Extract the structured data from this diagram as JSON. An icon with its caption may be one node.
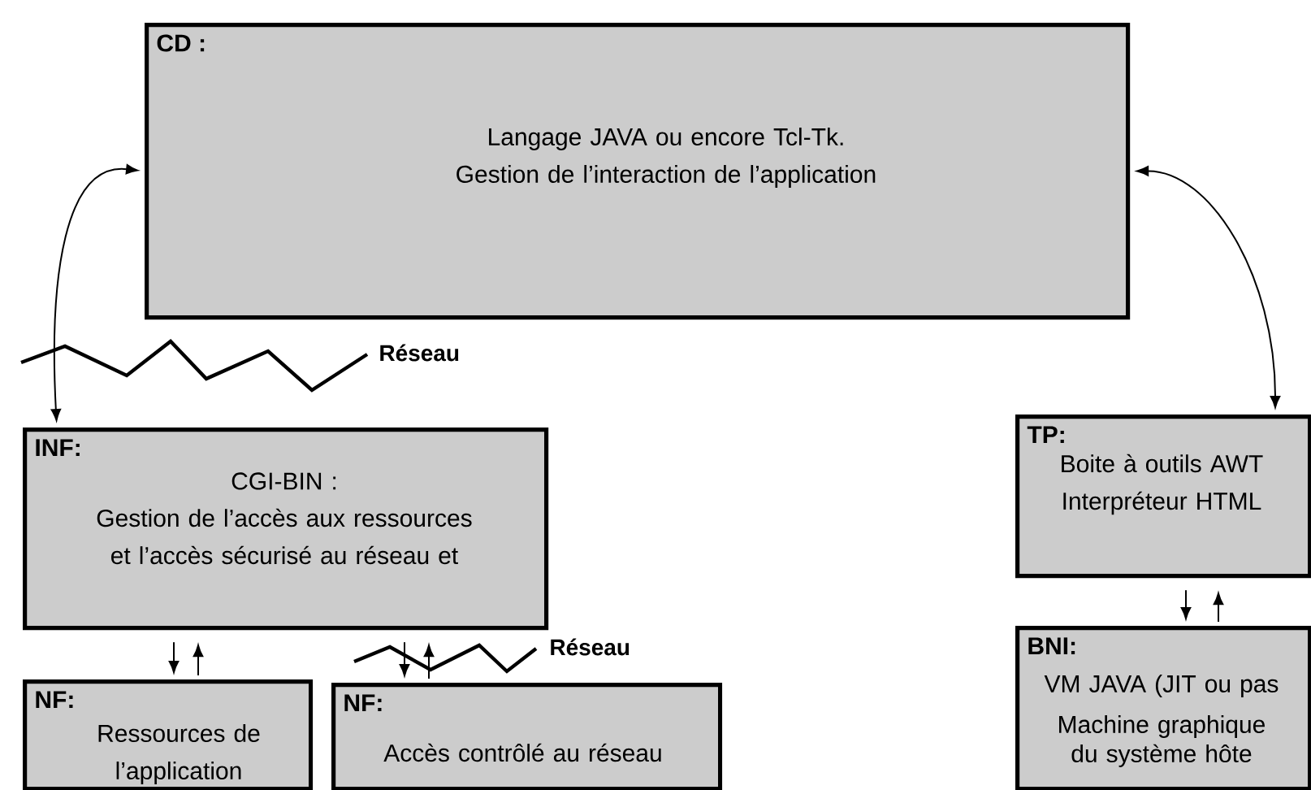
{
  "diagram": {
    "nodes": [
      {
        "text": [
          "CD :",
          "Langage JAVA ou encore Tcl-Tk. Gestion de l’interaction de l’application"
        ]
      },
      {
        "text": [
          "INF:",
          "CGI-BIN :",
          "Gestion de l’accès aux ressources et l’accès sécurisé au réseau et"
        ]
      },
      {
        "text": [
          "NF:",
          "Ressources de l’application"
        ]
      },
      {
        "text": [
          "NF:",
          "Accès contrôlé au réseau"
        ]
      },
      {
        "text": [
          "TP:",
          "Boite à outils AWT Interpréteur HTML"
        ]
      },
      {
        "text": [
          "BNI:",
          "VM JAVA (JIT ou pas",
          "Machine graphique du système hôte"
        ]
      }
    ],
    "edges": [
      {
        "from": 0,
        "to": 1,
        "arrow": "both"
      },
      {
        "from": 0,
        "to": 4,
        "arrow": "both"
      },
      {
        "from": 1,
        "to": 2,
        "arrow": "to"
      },
      {
        "from": 2,
        "to": 1,
        "arrow": "to"
      },
      {
        "from": 1,
        "to": 3,
        "arrow": "to"
      },
      {
        "from": 3,
        "to": 1,
        "arrow": "to"
      },
      {
        "from": 4,
        "to": 5,
        "arrow": "to"
      },
      {
        "from": 5,
        "to": 4,
        "arrow": "to"
      }
    ],
    "labels": [
      "Réseau",
      "Réseau"
    ]
  }
}
